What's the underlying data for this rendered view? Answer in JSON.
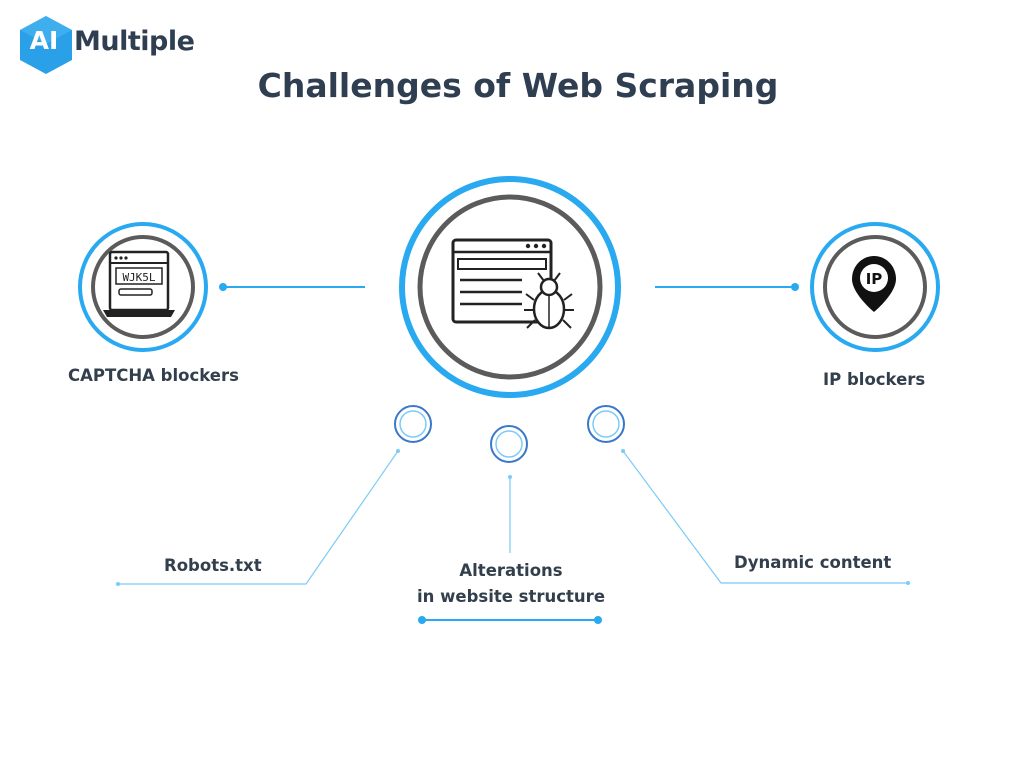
{
  "logo": {
    "mark": "AI",
    "text": "Multiple"
  },
  "title": "Challenges of Web Scraping",
  "nodes": {
    "captcha": {
      "label": "CAPTCHA blockers",
      "captcha_text": "WJK5L",
      "icon": "captcha-laptop-icon"
    },
    "center": {
      "icon": "browser-bug-icon"
    },
    "ip": {
      "label": "IP blockers",
      "icon_text": "IP",
      "icon": "ip-location-pin-icon"
    },
    "robots": {
      "label": "Robots.txt"
    },
    "alterations": {
      "label_line1": "Alterations",
      "label_line2": "in website structure"
    },
    "dynamic": {
      "label": "Dynamic content"
    }
  },
  "colors": {
    "accent": "#29a9f0",
    "accent_light": "#7ccbf5",
    "ring_dark": "#5b5b5b",
    "small_ring": "#3a78c9",
    "text": "#333f4c",
    "title": "#2f3e51"
  }
}
